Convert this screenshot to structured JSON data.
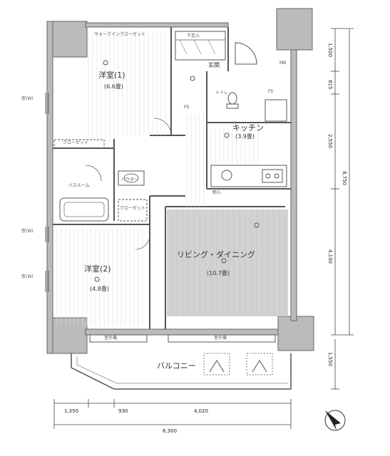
{
  "rooms": {
    "bedroom1": {
      "name": "洋室(1)",
      "mats": "(6.6畳)"
    },
    "bedroom2": {
      "name": "洋室(2)",
      "mats": "(4.8畳)"
    },
    "kitchen": {
      "name": "キッチン",
      "mats": "(3.9畳)"
    },
    "living_dining": {
      "name": "リビング・ダイニング",
      "mats": "(10.7畳)"
    },
    "entrance": {
      "name": "玄関"
    },
    "toilet": {
      "name": "トイレ"
    },
    "bathroom": {
      "name": "バスルーム"
    },
    "powder_room": {
      "name": "パウダー"
    },
    "balcony": {
      "name": "バルコニー"
    },
    "closet1": {
      "name": "クローゼット"
    },
    "closet2": {
      "name": "クローゼット"
    },
    "walk_in_closet": {
      "name": "ウォークインクローゼット"
    },
    "shoe_box": {
      "name": "下足入"
    },
    "closet_small": {
      "name": "物入"
    },
    "pantry": {
      "name": "PS"
    },
    "mb": {
      "name": "MB"
    },
    "fs": {
      "name": "FS"
    }
  },
  "labels": {
    "window_left_top": "窓(W)",
    "window_left_mid": "窓(W)",
    "window_left_bot": "窓(W)",
    "balcony_unit_left": "室外機",
    "balcony_unit_right": "室外機"
  },
  "dimensions": {
    "bottom": [
      "1,350",
      "930",
      "4,020"
    ],
    "bottom_total": "6,300",
    "right": [
      "1,500",
      "815",
      "2,550"
    ],
    "right_lower": "4,100",
    "right_total": "8,750",
    "right_balcony": "1,550"
  }
}
